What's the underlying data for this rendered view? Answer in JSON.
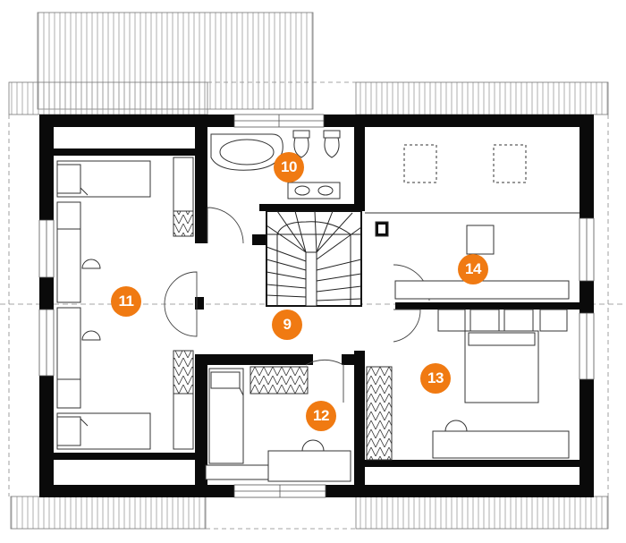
{
  "plan": {
    "accent_color": "#f07a12",
    "wall_color": "#0a0a0a",
    "rooms": [
      {
        "id": "landing",
        "number": "9"
      },
      {
        "id": "bathroom",
        "number": "10"
      },
      {
        "id": "bedroom-west",
        "number": "11"
      },
      {
        "id": "bedroom-south",
        "number": "12"
      },
      {
        "id": "bedroom-east",
        "number": "13"
      },
      {
        "id": "study",
        "number": "14"
      }
    ]
  }
}
